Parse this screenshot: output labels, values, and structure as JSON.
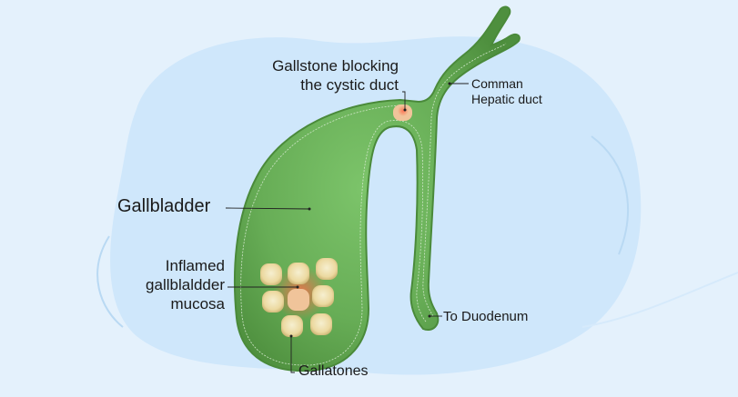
{
  "labels": {
    "gallstone_blocking": [
      "Gallstone blocking",
      "the cystic duct"
    ],
    "hepatic_duct": [
      "Comman",
      "Hepatic duct"
    ],
    "gallbladder": "Gallbladder",
    "inflamed": [
      "Inflamed",
      "gallblaldder",
      "mucosa"
    ],
    "duodenum": "To Duodenum",
    "gallstones": "Gallatones"
  },
  "colors": {
    "background": "#e4f1fc",
    "blob": "#cfe7fb",
    "organ_dark": "#4e8f3e",
    "organ_light": "#7cc46a",
    "stone": "#f0e2b0",
    "inflammation": "#e8704a"
  }
}
